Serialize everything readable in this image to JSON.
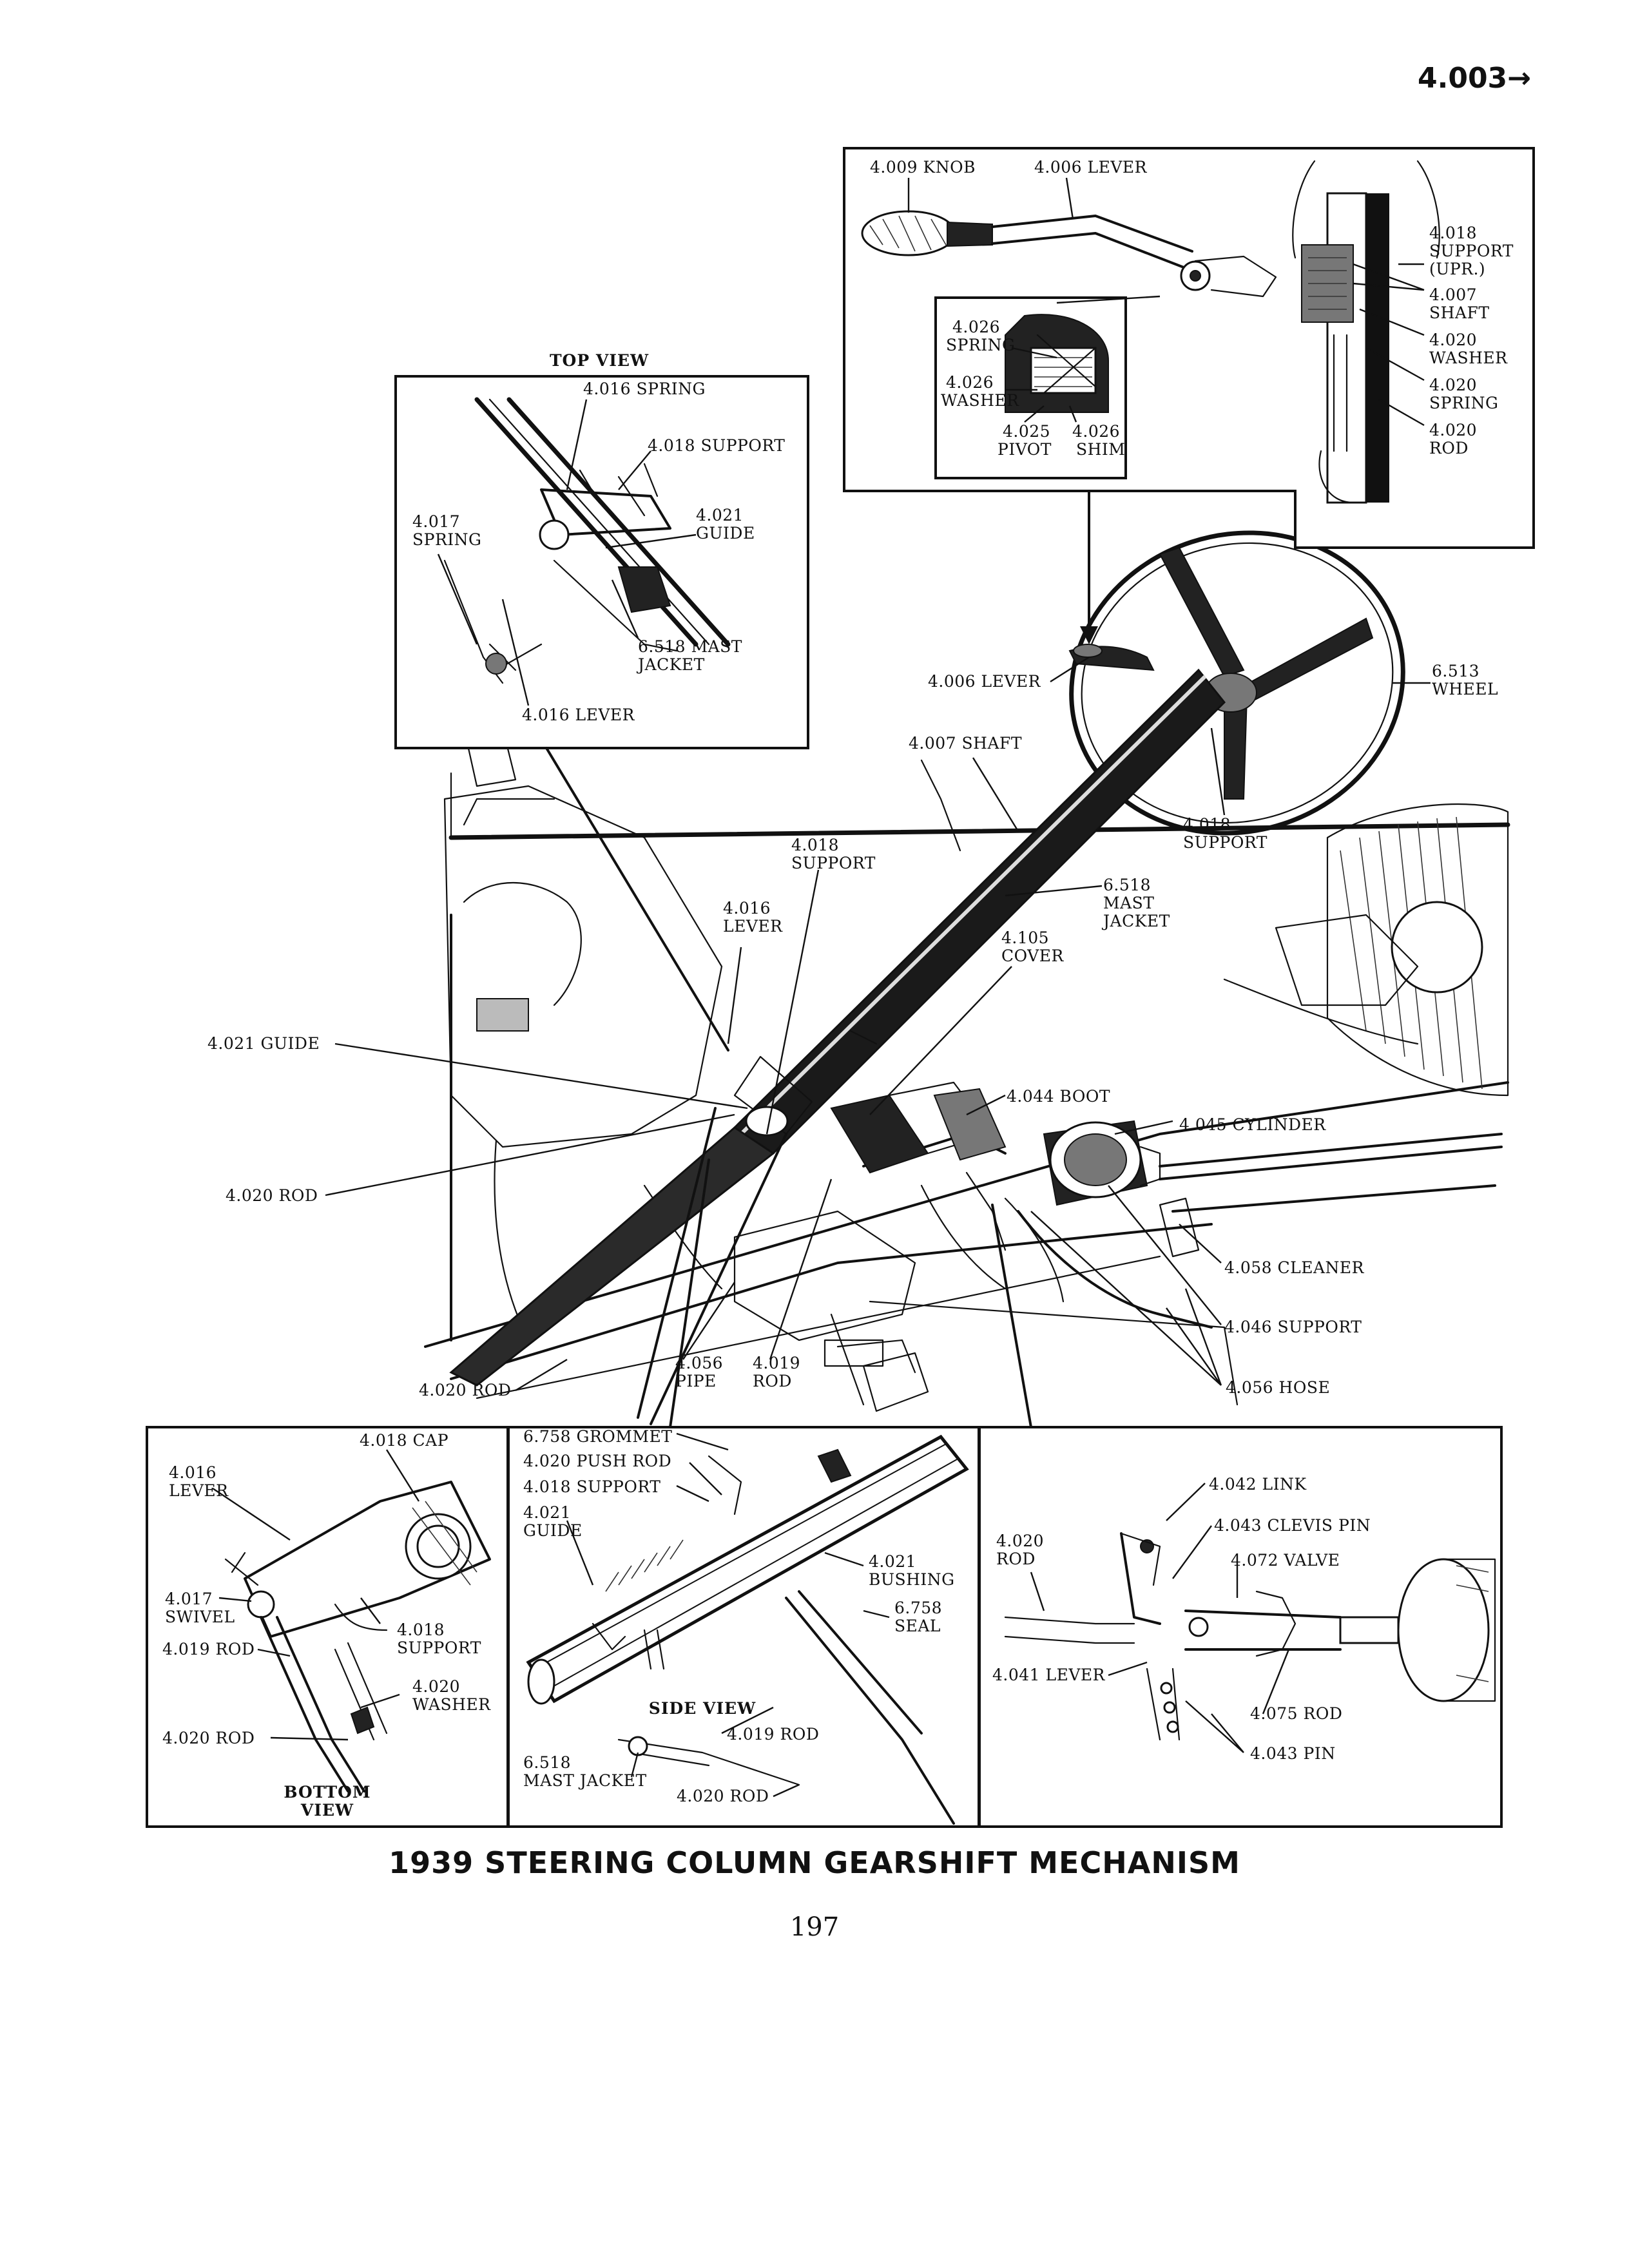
{
  "page_ref": "4.003→",
  "figure_title": "1939 STEERING COLUMN GEARSHIFT MECHANISM",
  "page_number": "197",
  "insets": {
    "top_view_title": "TOP VIEW",
    "side_view_title": "SIDE VIEW",
    "bottom_view_title": [
      "BOTTOM",
      "VIEW"
    ]
  },
  "labels": {
    "upper_inset": [
      [
        "4.009 KNOB"
      ],
      [
        "4.006 LEVER"
      ],
      [
        "4.018",
        "SUPPORT",
        "(UPR.)"
      ],
      [
        "4.007",
        "SHAFT"
      ],
      [
        "4.020",
        "WASHER"
      ],
      [
        "4.020",
        "SPRING"
      ],
      [
        "4.020",
        "ROD"
      ],
      [
        "4.026",
        "SPRING"
      ],
      [
        "4.026",
        "WASHER"
      ],
      [
        "4.025",
        "PIVOT"
      ],
      [
        "4.026",
        "SHIM"
      ]
    ],
    "top_view": [
      [
        "4.016 SPRING"
      ],
      [
        "4.018 SUPPORT"
      ],
      [
        "4.021",
        "GUIDE"
      ],
      [
        "4.017",
        "SPRING"
      ],
      [
        "6.518 MAST",
        "JACKET"
      ],
      [
        "4.016 LEVER"
      ]
    ],
    "main": [
      [
        "4.006 LEVER"
      ],
      [
        "6.513",
        "WHEEL"
      ],
      [
        "4.007 SHAFT"
      ],
      [
        "4.018",
        "SUPPORT"
      ],
      [
        "4.018",
        "SUPPORT"
      ],
      [
        "6.518",
        "MAST",
        "JACKET"
      ],
      [
        "4.016",
        "LEVER"
      ],
      [
        "4.105",
        "COVER"
      ],
      [
        "4.021 GUIDE"
      ],
      [
        "4.044 BOOT"
      ],
      [
        "4.045 CYLINDER"
      ],
      [
        "4.020 ROD"
      ],
      [
        "4.058 CLEANER"
      ],
      [
        "4.046 SUPPORT"
      ],
      [
        "4.056",
        "PIPE"
      ],
      [
        "4.019",
        "ROD"
      ],
      [
        "4.020 ROD"
      ],
      [
        "4.056 HOSE"
      ]
    ],
    "bottom_view": [
      [
        "4.018 CAP"
      ],
      [
        "4.016",
        "LEVER"
      ],
      [
        "4.017",
        "SWIVEL"
      ],
      [
        "4.018",
        "SUPPORT"
      ],
      [
        "4.019 ROD"
      ],
      [
        "4.020",
        "WASHER"
      ],
      [
        "4.020 ROD"
      ]
    ],
    "side_view": [
      [
        "6.758 GROMMET"
      ],
      [
        "4.020 PUSH ROD"
      ],
      [
        "4.018 SUPPORT"
      ],
      [
        "4.021",
        "GUIDE"
      ],
      [
        "4.021",
        "BUSHING"
      ],
      [
        "6.758",
        "SEAL"
      ],
      [
        "4.019 ROD"
      ],
      [
        "6.518",
        "MAST JACKET"
      ],
      [
        "4.020 ROD"
      ]
    ],
    "valve_view": [
      [
        "4.042 LINK"
      ],
      [
        "4.043 CLEVIS PIN"
      ],
      [
        "4.020",
        "ROD"
      ],
      [
        "4.072 VALVE"
      ],
      [
        "4.041 LEVER"
      ],
      [
        "4.075 ROD"
      ],
      [
        "4.043 PIN"
      ]
    ]
  }
}
